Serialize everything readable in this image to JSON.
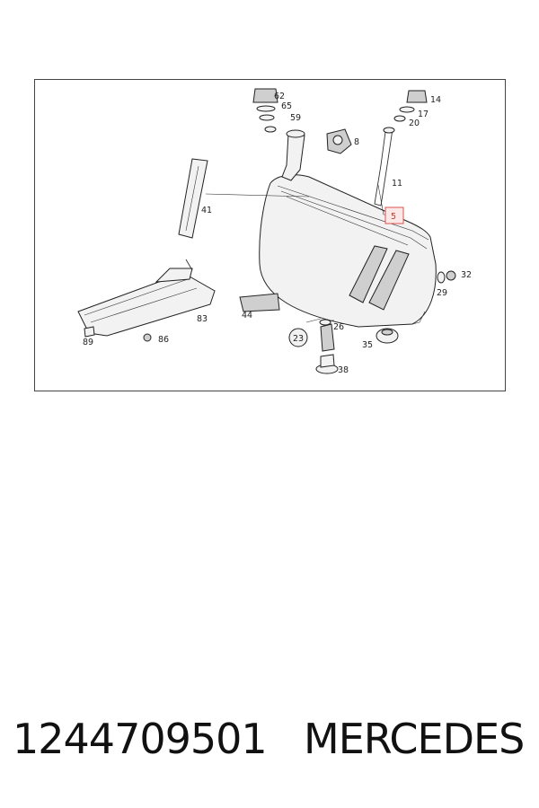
{
  "diagram": {
    "highlight_color": "#d9534f",
    "callouts": [
      "62",
      "65",
      "59",
      "14",
      "17",
      "20",
      "8",
      "11",
      "5",
      "41",
      "32",
      "29",
      "83",
      "44",
      "26",
      "23",
      "35",
      "89",
      "86",
      "38"
    ],
    "highlighted_callout": "5"
  },
  "footer": {
    "part_number": "1244709501",
    "brand": "MERCEDES"
  }
}
